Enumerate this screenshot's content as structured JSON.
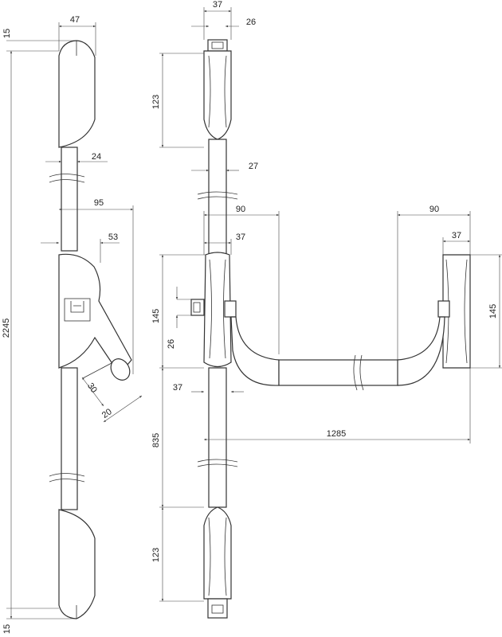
{
  "dimensions": {
    "side_top_offset": "15",
    "side_width": "47",
    "side_total_height": "2245",
    "side_bottom_offset": "15",
    "rod_diameter": "24",
    "arm_projection": "95",
    "handle_offset": "53",
    "knob_30": "30",
    "knob_20": "20",
    "front_width": "37",
    "front_rod": "26",
    "top_cap_height": "123",
    "rod_width": "27",
    "handle_depth_left": "90",
    "handle_depth_right": "90",
    "hub_width_left": "37",
    "hub_width_right": "37",
    "hub_height_left": "145",
    "hub_height_right": "145",
    "pin_height": "26",
    "lower_rod_width": "37",
    "bar_length": "1285",
    "lower_height": "835",
    "bottom_cap_height": "123"
  },
  "colors": {
    "line": "#333333",
    "dimension": "#444444",
    "background": "#ffffff"
  }
}
